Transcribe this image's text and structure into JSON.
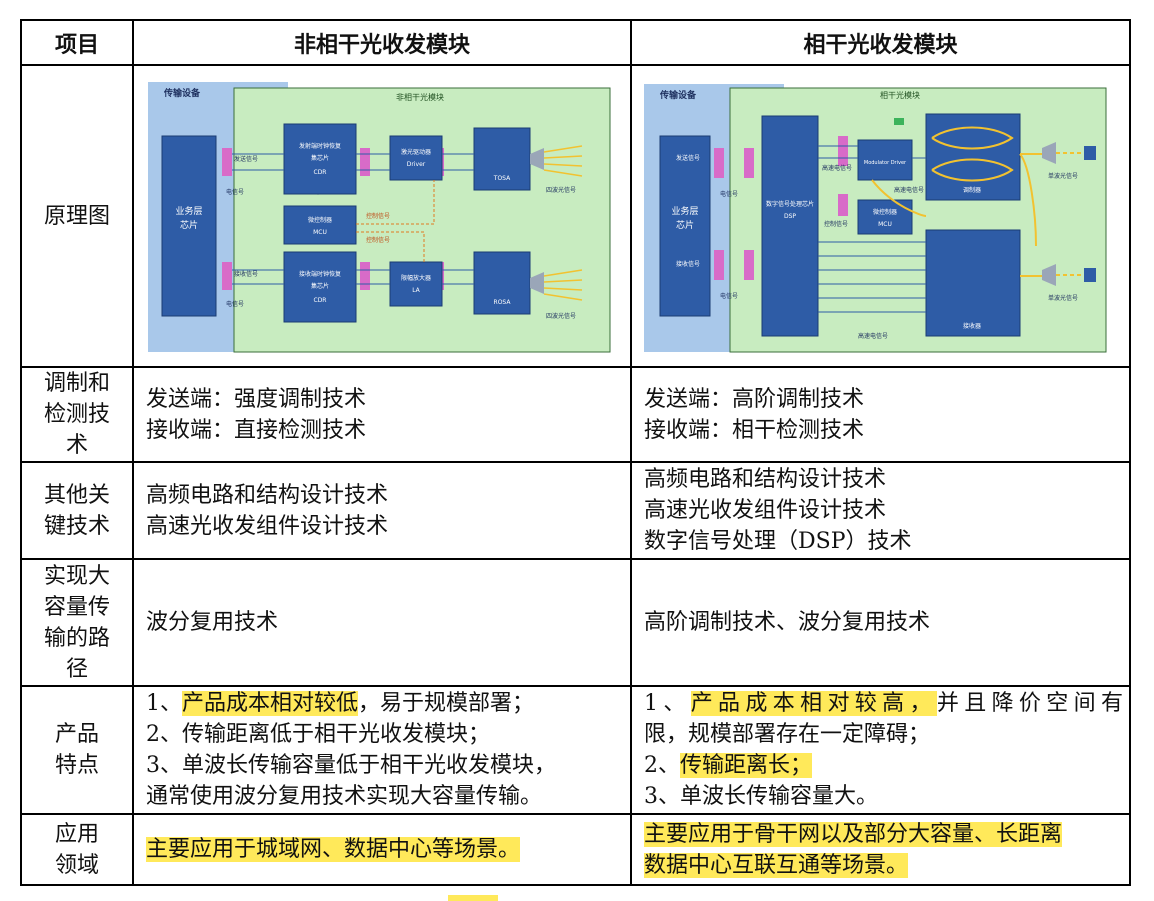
{
  "headers": {
    "item": "项目",
    "col1": "非相干光收发模块",
    "col2": "相干光收发模块"
  },
  "rows": {
    "principle": {
      "label": "原理图"
    },
    "modulation": {
      "label": [
        "调制和",
        "检测技",
        "术"
      ],
      "col1": [
        "发送端：强度调制技术",
        "接收端：直接检测技术"
      ],
      "col2": [
        "发送端：高阶调制技术",
        "接收端：相干检测技术"
      ]
    },
    "other_tech": {
      "label": [
        "其他关",
        "键技术"
      ],
      "col1": [
        "高频电路和结构设计技术",
        "高速光收发组件设计技术"
      ],
      "col2": [
        "高频电路和结构设计技术",
        "高速光收发组件设计技术",
        "数字信号处理（DSP）技术"
      ]
    },
    "path": {
      "label": [
        "实现大",
        "容量传",
        "输的路",
        "径"
      ],
      "col1": "波分复用技术",
      "col2": "高阶调制技术、波分复用技术"
    },
    "features": {
      "label": [
        "产品",
        "特点"
      ],
      "col1": {
        "l1_pre": "1、",
        "l1_hl": "产品成本相对较低",
        "l1_post": "，易于规模部署；",
        "l2": "2、传输距离低于相干光收发模块；",
        "l3": "3、单波长传输容量低于相干光收发模块，",
        "l4": "通常使用波分复用技术实现大容量传输。"
      },
      "col2": {
        "l1_pre": "1、",
        "l1_hl": "产品成本相对较高，",
        "l1_post": "并且降价空间有",
        "l2": "限，规模部署存在一定障碍；",
        "l3_pre": "2、",
        "l3_hl": "传输距离长；",
        "l4": "3、单波长传输容量大。"
      }
    },
    "application": {
      "label": [
        "应用",
        "领域"
      ],
      "col1": "主要应用于城域网、数据中心等场景。",
      "col2": [
        "主要应用于骨干网以及部分大容量、长距离",
        "数据中心互联互通等场景。"
      ]
    }
  },
  "diagram1": {
    "device": "传输设备",
    "module": "非相干光模块",
    "chip": [
      "业务层",
      "芯片"
    ],
    "tx_sig": "发送信号",
    "rx_sig": "接收信号",
    "elec": "电信号",
    "blk_tx": [
      "发射端时钟恢复",
      "集芯片",
      "CDR"
    ],
    "blk_mcu": [
      "微控制器",
      "MCU"
    ],
    "blk_rx": [
      "接收端时钟恢复",
      "集芯片",
      "CDR"
    ],
    "blk_drv": [
      "激光驱动器",
      "Driver"
    ],
    "blk_la": [
      "限幅放大器",
      "LA"
    ],
    "blk_tosa": "TOSA",
    "blk_rosa": "ROSA",
    "ctl1": "控制信号",
    "ctl2": "控制信号",
    "out_tx": "四波光信号",
    "out_rx": "四波光信号"
  },
  "diagram2": {
    "device": "传输设备",
    "module": "相干光模块",
    "chip": [
      "业务层",
      "芯片"
    ],
    "tx_sig": "发送信号",
    "rx_sig": "接收信号",
    "elec": "电信号",
    "dsp": [
      "数字信号处理芯片",
      "DSP"
    ],
    "drv": "Modulator Driver",
    "mcu": [
      "微控制器",
      "MCU"
    ],
    "hs1": "高速电信号",
    "hs2": "高速电信号",
    "hs3": "高速电信号",
    "ctl": "控制信号",
    "mod": "调制器",
    "rcv": "接收器",
    "out_tx": "单波光信号",
    "out_rx": "单波光信号"
  }
}
